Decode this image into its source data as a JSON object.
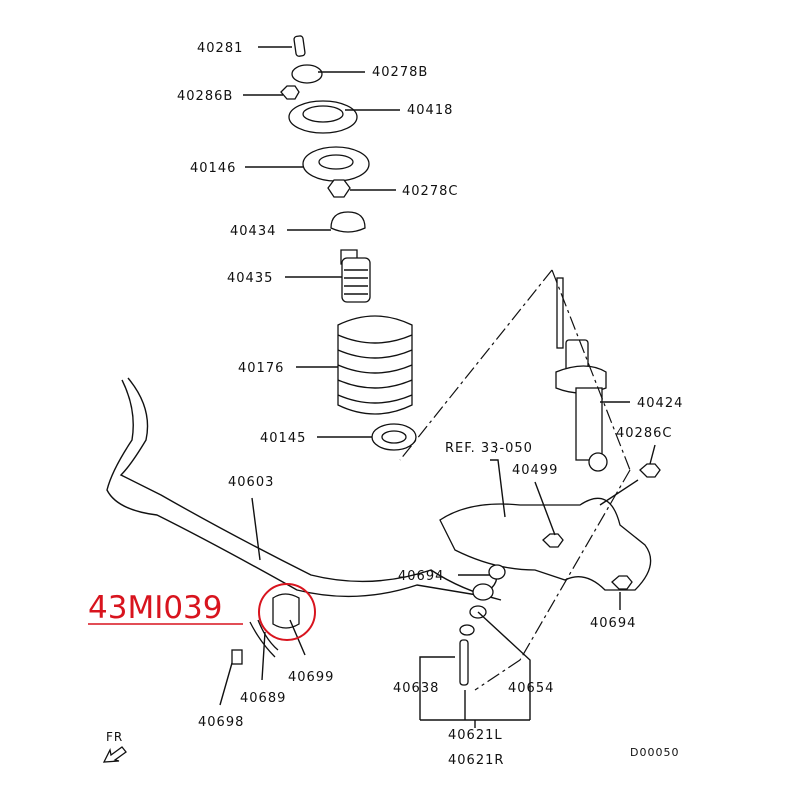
{
  "diagram": {
    "parts": {
      "p40281": "40281",
      "p40278B": "40278B",
      "p40286B": "40286B",
      "p40418": "40418",
      "p40146": "40146",
      "p40278C": "40278C",
      "p40434": "40434",
      "p40435": "40435",
      "p40176": "40176",
      "p40145": "40145",
      "p40424": "40424",
      "p40286C": "40286C",
      "ref": "REF. 33-050",
      "p40499": "40499",
      "p40603": "40603",
      "p40694a": "40694",
      "p40694b": "40694",
      "p40699": "40699",
      "p40689": "40689",
      "p40698": "40698",
      "p40638": "40638",
      "p40654": "40654",
      "p40621L": "40621L",
      "p40621R": "40621R"
    },
    "diagram_code": "D00050",
    "front_label": "FR",
    "highlight": {
      "label": "43MI039",
      "color": "#d8141e"
    }
  }
}
